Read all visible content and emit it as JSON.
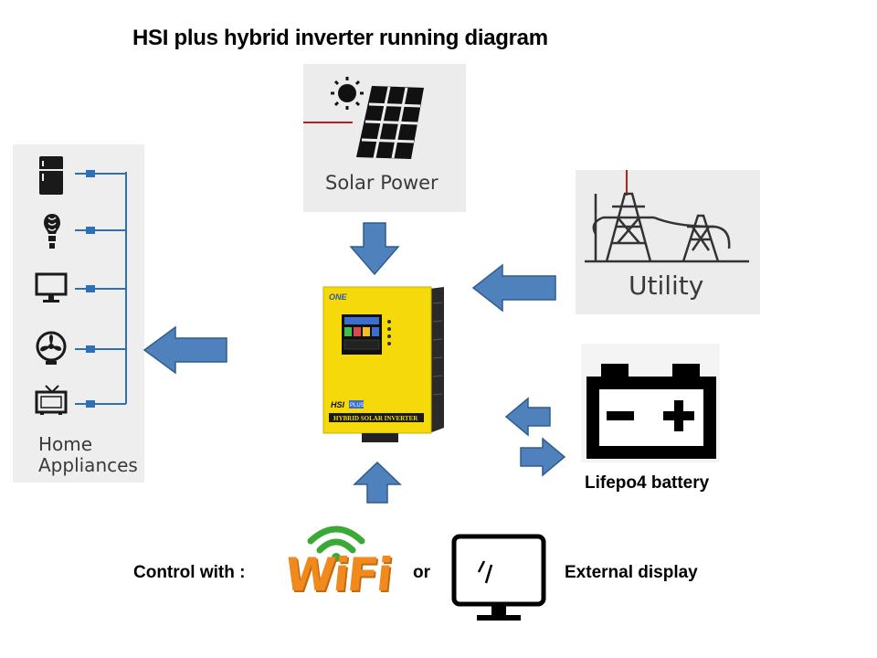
{
  "title": "HSI plus hybrid inverter running diagram",
  "solar": {
    "label": "Solar Power"
  },
  "utility": {
    "label": "Utility"
  },
  "appliances": {
    "label_line1": "Home",
    "label_line2": "Appliances",
    "items": [
      "refrigerator",
      "light-bulb",
      "monitor",
      "fan",
      "television"
    ]
  },
  "inverter": {
    "brand": "ONE",
    "model": "HSI",
    "model_suffix": "PLUS",
    "caption": "HYBRID SOLAR INVERTER",
    "body_color": "#f5d90a"
  },
  "battery": {
    "label": "Lifepo4 battery"
  },
  "control": {
    "label": "Control with :",
    "wifi_text": "WiFi",
    "or_text": "or",
    "display_label": "External display"
  },
  "colors": {
    "arrow_fill": "#4f81bd",
    "arrow_stroke": "#2f5d8e",
    "wire": "#2e6fb5",
    "wifi_orange": "#f08a1c",
    "wifi_green": "#3aa935"
  }
}
